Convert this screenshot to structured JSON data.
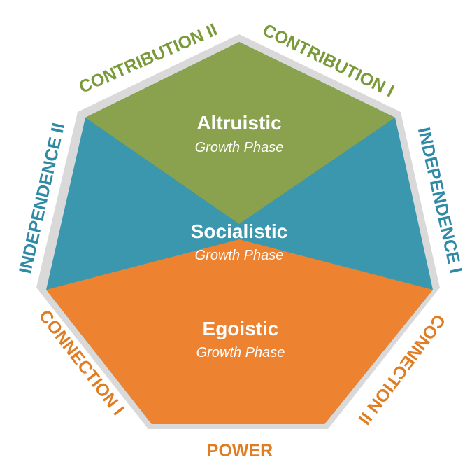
{
  "colors": {
    "frame": "#d9d9d9",
    "green": "#8aa14d",
    "teal": "#3a97ad",
    "orange": "#ed8230",
    "label_green": "#7a9a3a",
    "label_teal": "#2f8aa6",
    "label_orange": "#e07d22"
  },
  "phases": [
    {
      "title": "Altruistic",
      "subtitle": "Growth Phase"
    },
    {
      "title": "Socialistic",
      "subtitle": "Growth Phase"
    },
    {
      "title": "Egoistic",
      "subtitle": "Growth Phase"
    }
  ],
  "edges": {
    "contribution_ii": "CONTRIBUTION II",
    "contribution_i": "CONTRIBUTION I",
    "independence_i": "INDEPENDENCE I",
    "connection_ii": "CONNECTION II",
    "power": "POWER",
    "connection_i": "CONNECTION I",
    "independence_ii": "INDEPENDENCE II"
  }
}
